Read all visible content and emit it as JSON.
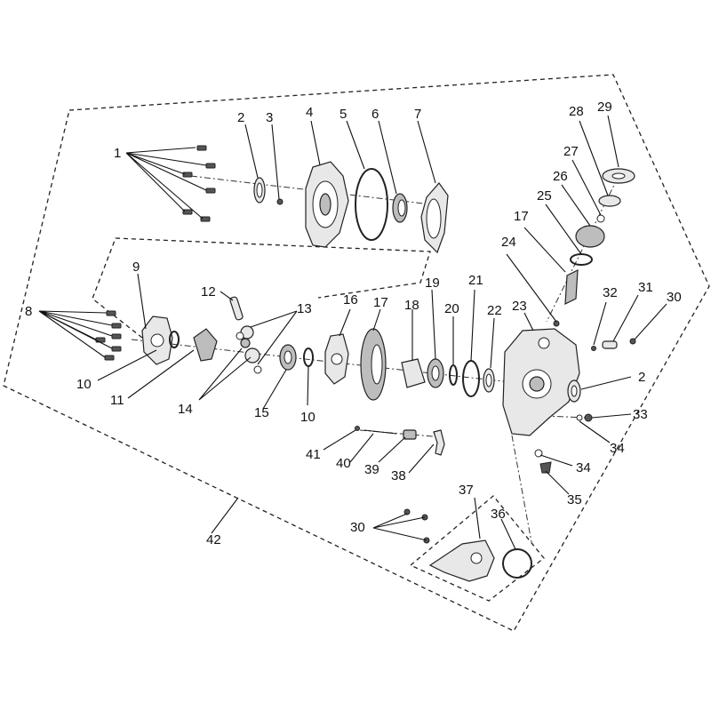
{
  "labels": [
    {
      "id": "1",
      "text": "1"
    },
    {
      "id": "2a",
      "text": "2"
    },
    {
      "id": "3",
      "text": "3"
    },
    {
      "id": "4",
      "text": "4"
    },
    {
      "id": "5",
      "text": "5"
    },
    {
      "id": "6",
      "text": "6"
    },
    {
      "id": "7",
      "text": "7"
    },
    {
      "id": "8",
      "text": "8"
    },
    {
      "id": "9",
      "text": "9"
    },
    {
      "id": "10a",
      "text": "10"
    },
    {
      "id": "10b",
      "text": "10"
    },
    {
      "id": "11",
      "text": "11"
    },
    {
      "id": "12",
      "text": "12"
    },
    {
      "id": "13",
      "text": "13"
    },
    {
      "id": "14",
      "text": "14"
    },
    {
      "id": "15",
      "text": "15"
    },
    {
      "id": "16",
      "text": "16"
    },
    {
      "id": "17a",
      "text": "17"
    },
    {
      "id": "17b",
      "text": "17"
    },
    {
      "id": "18",
      "text": "18"
    },
    {
      "id": "19",
      "text": "19"
    },
    {
      "id": "20",
      "text": "20"
    },
    {
      "id": "21",
      "text": "21"
    },
    {
      "id": "22",
      "text": "22"
    },
    {
      "id": "23",
      "text": "23"
    },
    {
      "id": "24",
      "text": "24"
    },
    {
      "id": "25",
      "text": "25"
    },
    {
      "id": "26",
      "text": "26"
    },
    {
      "id": "27",
      "text": "27"
    },
    {
      "id": "28",
      "text": "28"
    },
    {
      "id": "29",
      "text": "29"
    },
    {
      "id": "30a",
      "text": "30"
    },
    {
      "id": "30b",
      "text": "30"
    },
    {
      "id": "31",
      "text": "31"
    },
    {
      "id": "32",
      "text": "32"
    },
    {
      "id": "33",
      "text": "33"
    },
    {
      "id": "34a",
      "text": "34"
    },
    {
      "id": "34b",
      "text": "34"
    },
    {
      "id": "35",
      "text": "35"
    },
    {
      "id": "36",
      "text": "36"
    },
    {
      "id": "37",
      "text": "37"
    },
    {
      "id": "38",
      "text": "38"
    },
    {
      "id": "39",
      "text": "39"
    },
    {
      "id": "40",
      "text": "40"
    },
    {
      "id": "41",
      "text": "41"
    },
    {
      "id": "42",
      "text": "42"
    },
    {
      "id": "2b",
      "text": "2"
    }
  ]
}
